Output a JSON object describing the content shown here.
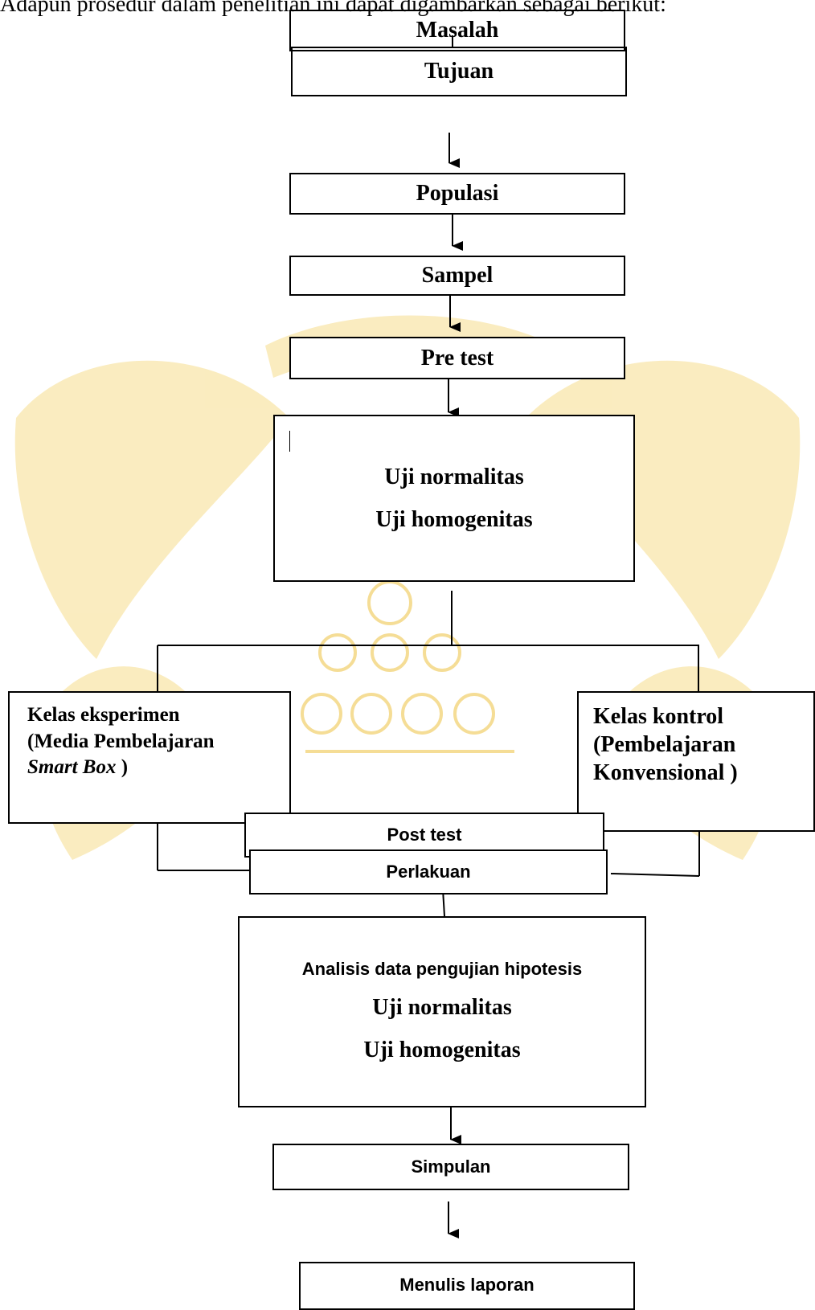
{
  "intro_text": "Adapun prosedur dalam penelitian ini dapat digambarkan sebagai berikut:",
  "boxes": {
    "masalah": "Masalah",
    "tujuan": "Tujuan",
    "populasi": "Populasi",
    "sampel": "Sampel",
    "pretest": "Pre test",
    "uji1_normalitas": "Uji normalitas",
    "uji1_homogenitas": "Uji homogenitas",
    "eksperimen_line1": "Kelas eksperimen",
    "eksperimen_line2": "(Media Pembelajaran",
    "eksperimen_line3_italic": "Smart Box",
    "eksperimen_line3_end": " )",
    "kontrol_line1": "Kelas  kontrol",
    "kontrol_line2": "(Pembelajaran",
    "kontrol_line3": "Konvensional )",
    "posttest": "Post test",
    "perlakuan": "Perlakuan",
    "analisis": "Analisis data pengujian hipotesis",
    "uji2_normalitas": "Uji normalitas",
    "uji2_homogenitas": "Uji homogenitas",
    "simpulan": "Simpulan",
    "laporan": "Menulis laporan"
  },
  "colors": {
    "watermark": "#f1cf6a",
    "border": "#000000"
  }
}
